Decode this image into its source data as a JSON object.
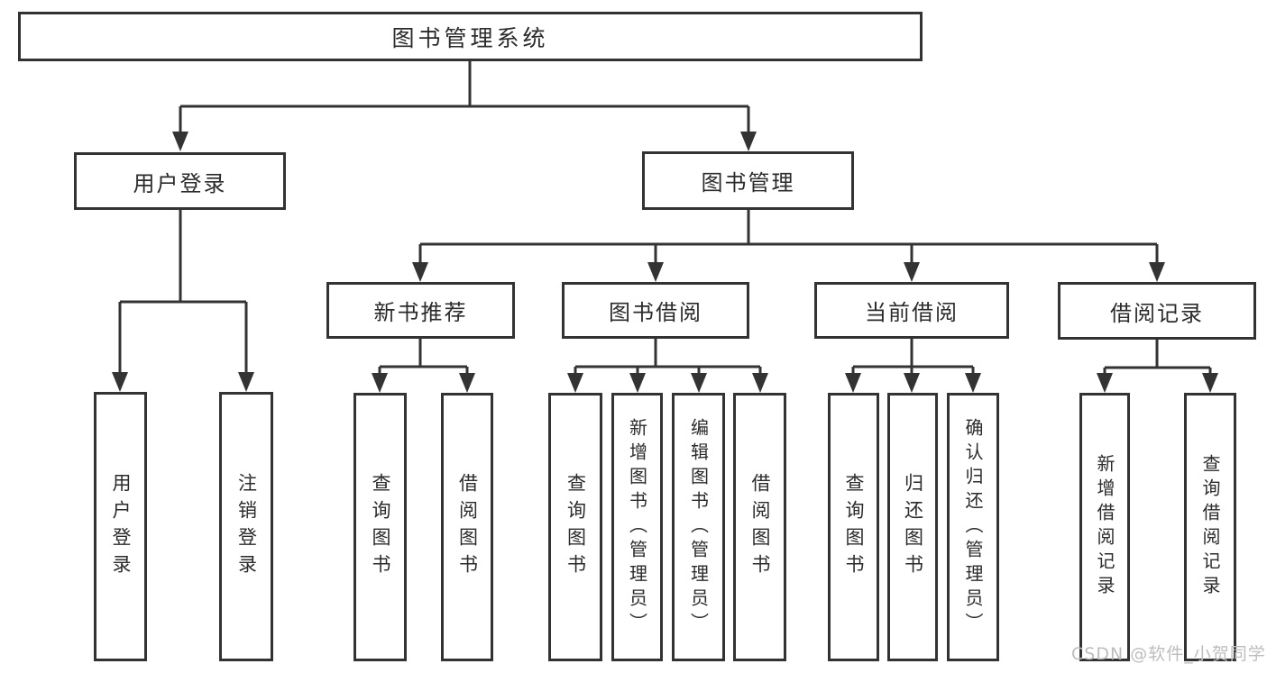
{
  "diagram": {
    "root": {
      "label": "图书管理系统"
    },
    "branches": [
      {
        "label": "用户登录",
        "children": [
          {
            "label": "用户登录"
          },
          {
            "label": "注销登录"
          }
        ]
      },
      {
        "label": "图书管理",
        "children": [
          {
            "label": "新书推荐",
            "children": [
              {
                "label": "查询图书"
              },
              {
                "label": "借阅图书"
              }
            ]
          },
          {
            "label": "图书借阅",
            "children": [
              {
                "label": "查询图书"
              },
              {
                "label": "新增图书（管理员）"
              },
              {
                "label": "编辑图书（管理员）"
              },
              {
                "label": "借阅图书"
              }
            ]
          },
          {
            "label": "当前借阅",
            "children": [
              {
                "label": "查询图书"
              },
              {
                "label": "归还图书"
              },
              {
                "label": "确认归还（管理员）"
              }
            ]
          },
          {
            "label": "借阅记录",
            "children": [
              {
                "label": "新增借阅记录"
              },
              {
                "label": "查询借阅记录"
              }
            ]
          }
        ]
      }
    ]
  },
  "watermark": {
    "text": "CSDN @软件_小贺同学"
  },
  "colors": {
    "line": "#333333",
    "text": "#2b2b2b",
    "watermark": "#bdbdbd",
    "background": "#ffffff"
  }
}
